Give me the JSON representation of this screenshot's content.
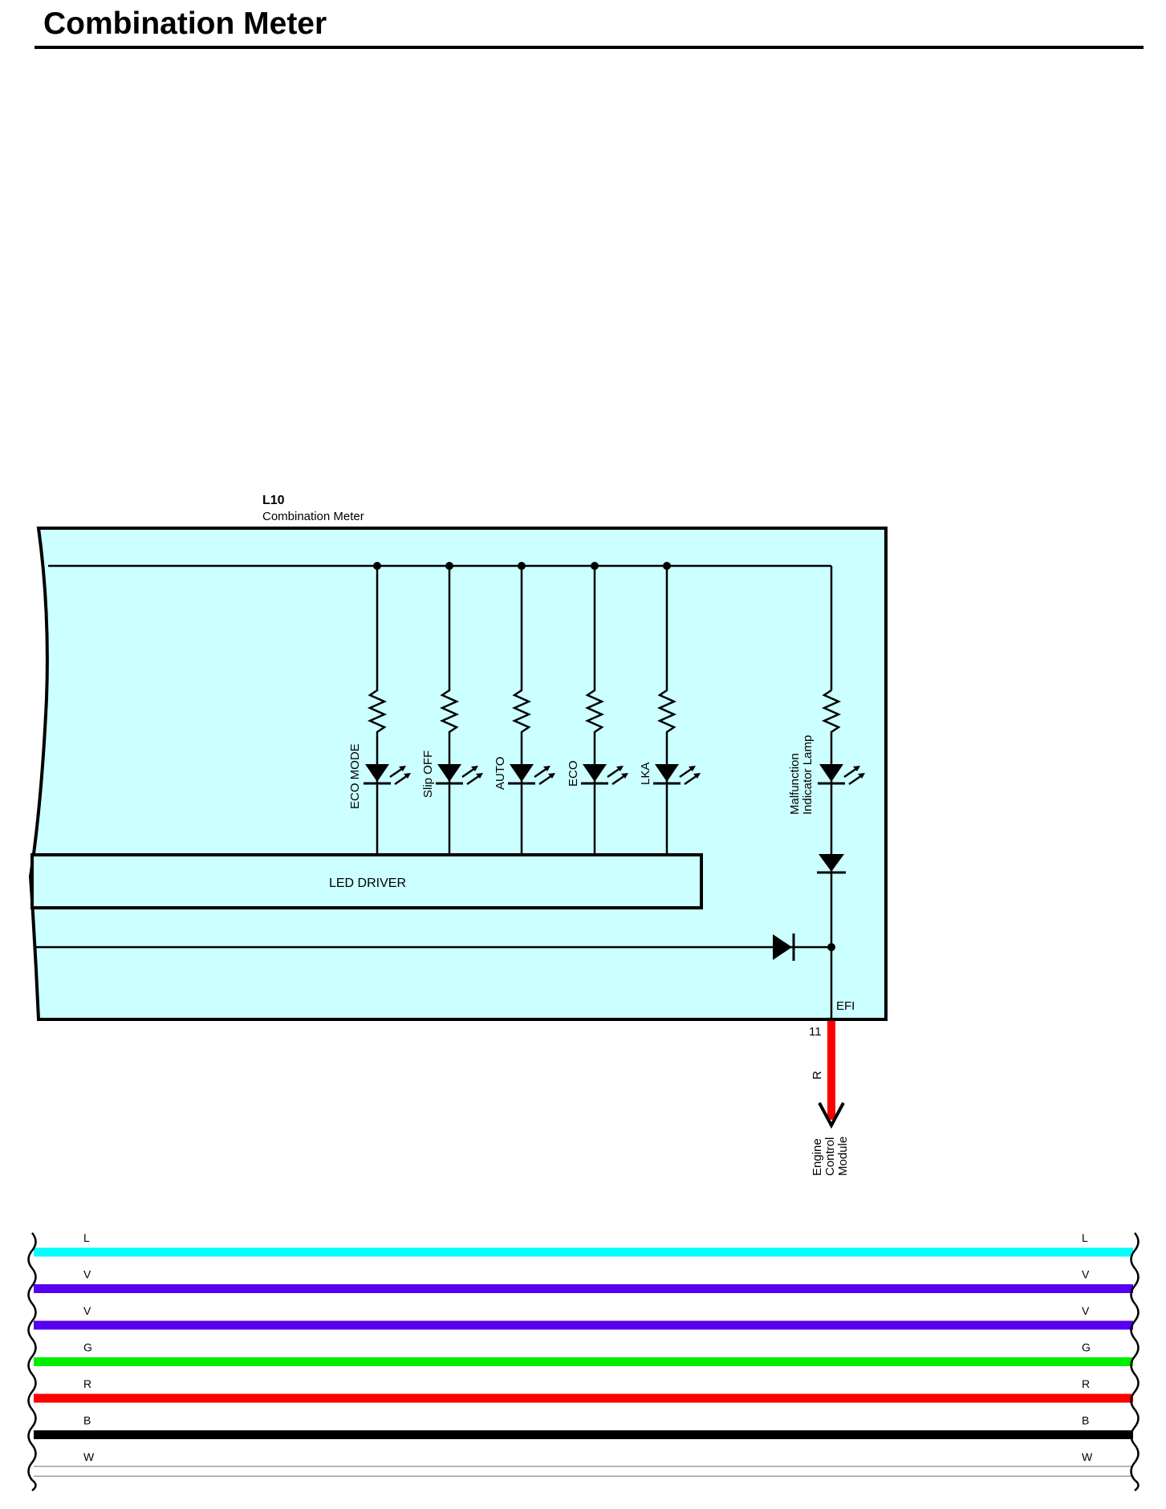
{
  "page": {
    "title": "Combination Meter"
  },
  "component": {
    "code": "L10",
    "name": "Combination Meter"
  },
  "colors": {
    "box_fill": "#ccffff",
    "wire_R": "#ff0000",
    "wire_L": "#00ffff",
    "wire_V": "#5500ee",
    "wire_G": "#00ee00",
    "wire_B": "#000000",
    "wire_W": "#ffffff"
  },
  "indicators": [
    {
      "label": "ECO MODE"
    },
    {
      "label": "Slip OFF"
    },
    {
      "label": "AUTO"
    },
    {
      "label": "ECO"
    },
    {
      "label": "LKA"
    }
  ],
  "mil": {
    "line1": "Malfunction",
    "line2": "Indicator Lamp"
  },
  "led_driver": {
    "label": "LED DRIVER"
  },
  "terminal": {
    "name": "EFI",
    "pin": "11"
  },
  "output_wire": {
    "color_code": "R"
  },
  "destination": {
    "line1": "Engine",
    "line2": "Control",
    "line3": "Module"
  },
  "legend_wires": [
    {
      "code": "L",
      "color": "#00ffff"
    },
    {
      "code": "V",
      "color": "#5500ee"
    },
    {
      "code": "V",
      "color": "#5500ee"
    },
    {
      "code": "G",
      "color": "#00ee00"
    },
    {
      "code": "R",
      "color": "#ff0000"
    },
    {
      "code": "B",
      "color": "#000000"
    },
    {
      "code": "W",
      "color": "#ffffff"
    }
  ]
}
